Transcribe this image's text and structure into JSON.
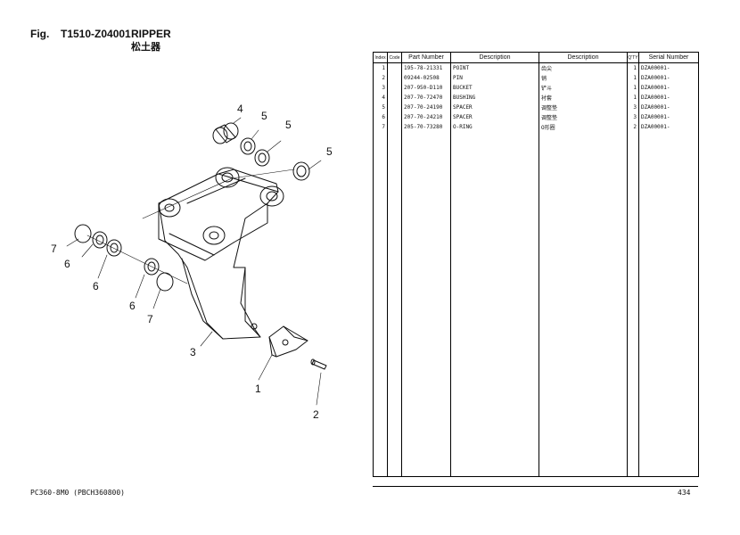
{
  "header": {
    "fig_label": "Fig.",
    "fig_code": "T1510-Z04001",
    "title": "RIPPER",
    "title_cn": "松土器"
  },
  "diagram": {
    "callouts": {
      "c1": "1",
      "c2": "2",
      "c3": "3",
      "c4": "4",
      "c5a": "5",
      "c5b": "5",
      "c5c": "5",
      "c6a": "6",
      "c6b": "6",
      "c6c": "6",
      "c7a": "7",
      "c7b": "7"
    }
  },
  "table": {
    "headers": {
      "index": "Index",
      "code": "Code",
      "part_number": "Part Number",
      "description_en": "Description",
      "description_cn": "Description",
      "qty": "Q'TY",
      "serial": "Serial Number"
    },
    "rows": [
      {
        "index": "1",
        "code": "",
        "part_number": "195-78-21331",
        "desc_en": "POINT",
        "desc_cn": "齿尖",
        "qty": "1",
        "serial": "DZA00001-"
      },
      {
        "index": "2",
        "code": "",
        "part_number": "09244-02508",
        "desc_en": "PIN",
        "desc_cn": "销",
        "qty": "1",
        "serial": "DZA00001-"
      },
      {
        "index": "3",
        "code": "",
        "part_number": "207-950-D110",
        "desc_en": "BUCKET",
        "desc_cn": "铲斗",
        "qty": "1",
        "serial": "DZA00001-"
      },
      {
        "index": "4",
        "code": "",
        "part_number": "207-70-72470",
        "desc_en": "BUSHING",
        "desc_cn": "衬套",
        "qty": "1",
        "serial": "DZA00001-"
      },
      {
        "index": "5",
        "code": "",
        "part_number": "207-70-24190",
        "desc_en": "SPACER",
        "desc_cn": "调整垫",
        "qty": "3",
        "serial": "DZA00001-"
      },
      {
        "index": "6",
        "code": "",
        "part_number": "207-70-24210",
        "desc_en": "SPACER",
        "desc_cn": "调整垫",
        "qty": "3",
        "serial": "DZA00001-"
      },
      {
        "index": "7",
        "code": "",
        "part_number": "205-70-73280",
        "desc_en": "O-RING",
        "desc_cn": "O形圈",
        "qty": "2",
        "serial": "DZA00001-"
      }
    ]
  },
  "footer": {
    "model": "PC360-8M0 (PBCH360800)",
    "page": "434"
  }
}
